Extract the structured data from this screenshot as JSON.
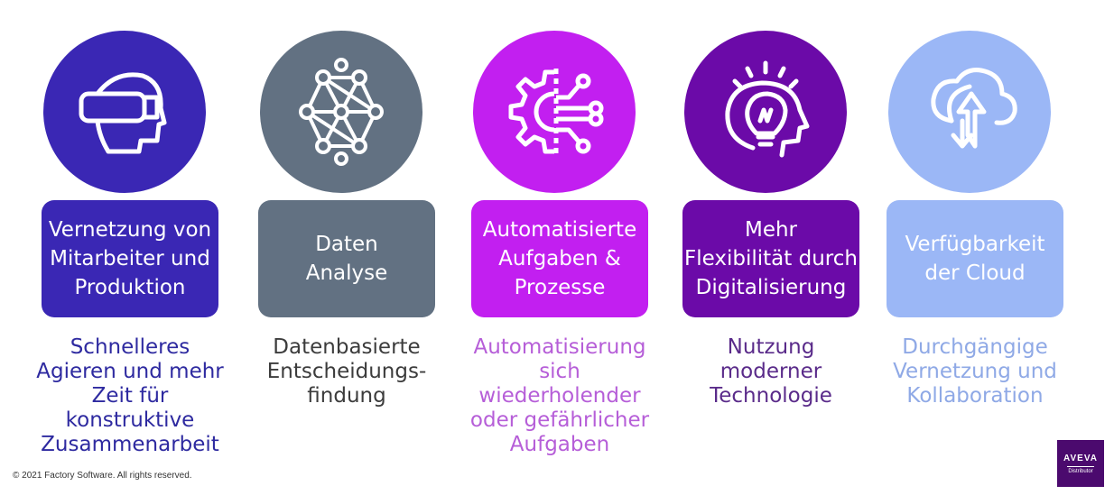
{
  "columns": [
    {
      "box": "Vernetzung von\nMitarbeiter und\nProduktion",
      "desc": "Schnelleres\nAgieren und mehr\nZeit für\nkonstruktive\nZusammenarbeit",
      "icon": "vr-headset-icon",
      "color": "#3a27b4"
    },
    {
      "box": "Daten\nAnalyse",
      "desc": "Datenbasierte\nEntscheidungs-\nfindung",
      "icon": "network-icon",
      "color": "#627182"
    },
    {
      "box": "Automatisierte\nAufgaben &\nProzesse",
      "desc": "Automatisierung\nsich\nwiederholender\noder gefährlicher\nAufgaben",
      "icon": "gear-circuit-icon",
      "color": "#c21ff0"
    },
    {
      "box": "Mehr\nFlexibilität durch\nDigitalisierung",
      "desc": "Nutzung\nmoderner\nTechnologie",
      "icon": "head-lightbulb-icon",
      "color": "#6b0aa8"
    },
    {
      "box": "Verfügbarkeit\nder Cloud",
      "desc": "Durchgängige\nVernetzung und\nKollaboration",
      "icon": "cloud-sync-icon",
      "color": "#9bb7f6"
    }
  ],
  "footer": {
    "copyright": "© 2021 Factory Software. All rights reserved."
  },
  "logo": {
    "main": "AVEVA",
    "sub": "Distributor"
  }
}
